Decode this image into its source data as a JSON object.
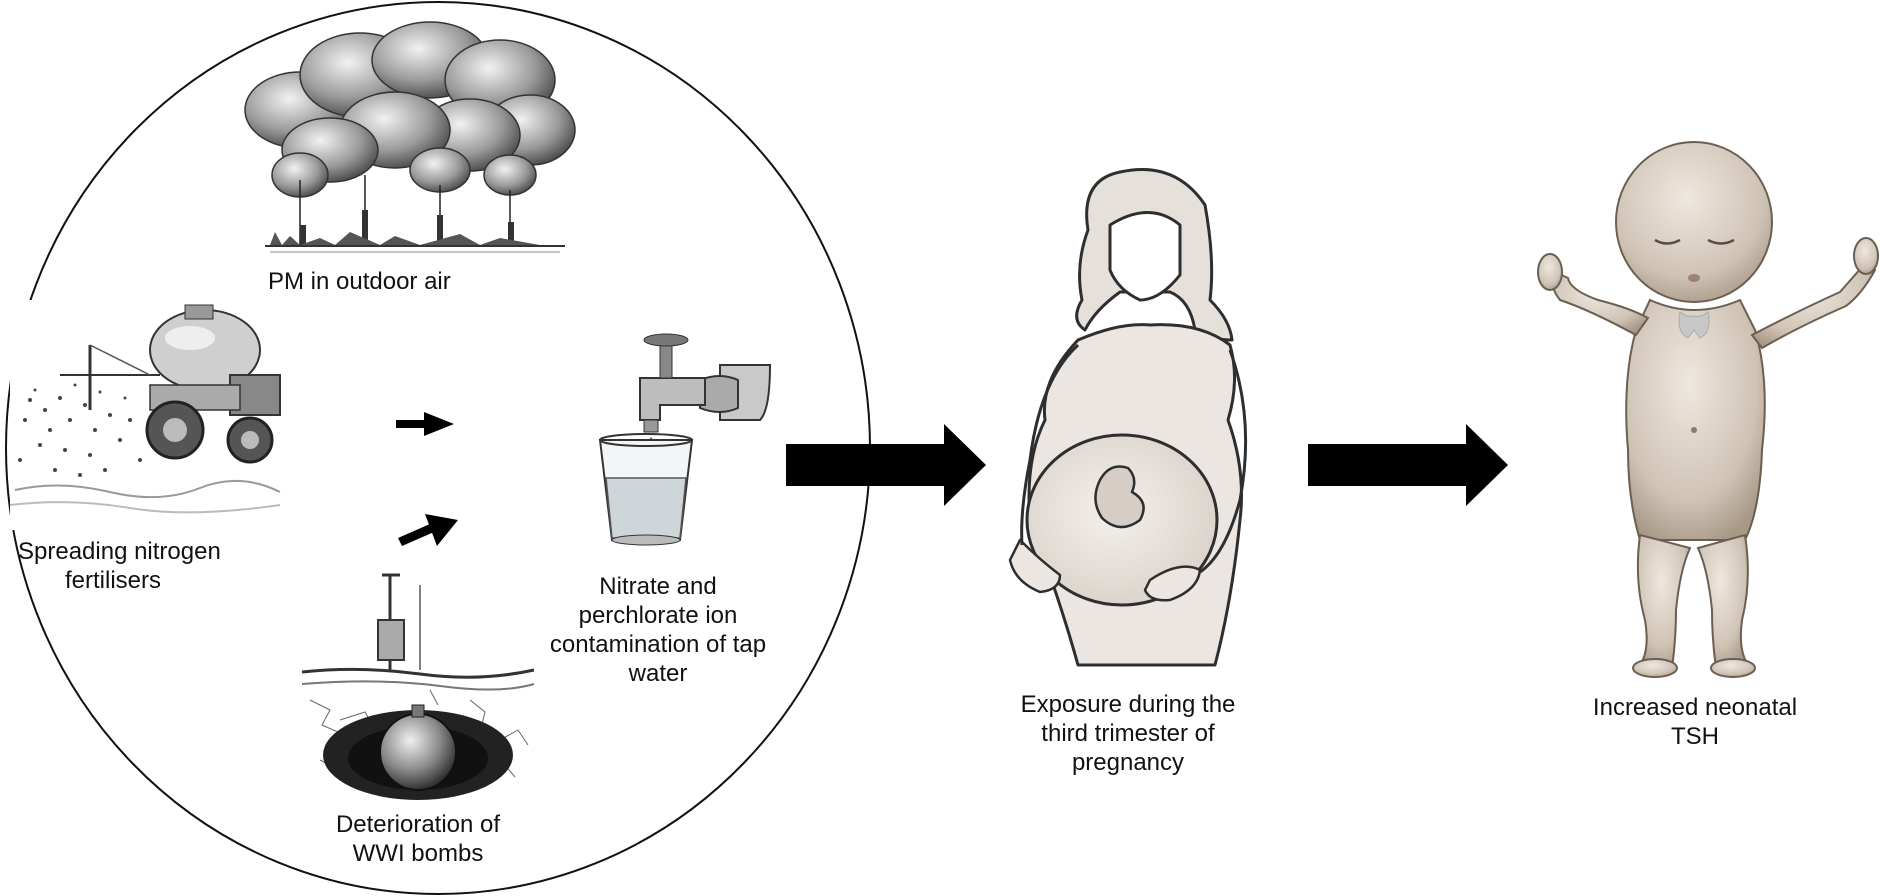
{
  "labels": {
    "pm_air": "PM in outdoor air",
    "fertilisers_line1": "Spreading nitrogen",
    "fertilisers_line2": "fertilisers",
    "tap_line1": "Nitrate and",
    "tap_line2": "perchlorate ion",
    "tap_line3": "contamination of tap",
    "tap_line4": "water",
    "bombs_line1": "Deterioration of",
    "bombs_line2": "WWI bombs",
    "pregnancy_line1": "Exposure during the",
    "pregnancy_line2": "third trimester of",
    "pregnancy_line3": "pregnancy",
    "baby_line1": "Increased neonatal",
    "baby_line2": "TSH"
  },
  "icons": {
    "smoke": "factory-smoke-icon",
    "tractor": "fertiliser-tractor-icon",
    "tap": "water-tap-glass-icon",
    "bomb": "buried-bomb-icon",
    "pregnant": "pregnant-woman-icon",
    "baby": "newborn-baby-icon",
    "thyroid": "thyroid-icon"
  },
  "colors": {
    "arrow": "#000000",
    "sketch": "#3a3a3a",
    "skin_baby": "#d9cfc4",
    "thyroid": "#c8c8c8",
    "woman_fill": "#ece7e2"
  }
}
